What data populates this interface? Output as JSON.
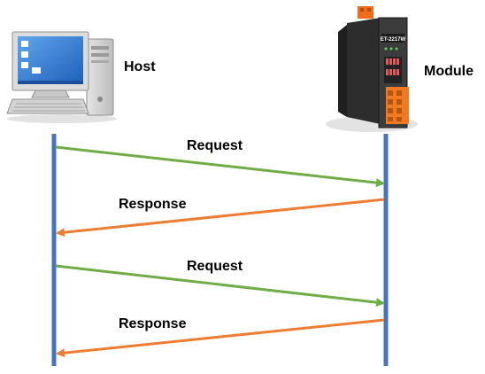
{
  "participants": {
    "host": {
      "label": "Host",
      "icon": "desktop-computer-icon"
    },
    "module": {
      "label": "Module",
      "icon": "din-rail-io-module-icon",
      "device_text": "ET-2217W"
    }
  },
  "messages": [
    {
      "label": "Request",
      "direction": "host-to-module"
    },
    {
      "label": "Response",
      "direction": "module-to-host"
    },
    {
      "label": "Request",
      "direction": "host-to-module"
    },
    {
      "label": "Response",
      "direction": "module-to-host"
    }
  ],
  "colors": {
    "lifeline": "#4472C4",
    "request": "#70AD47",
    "response": "#ED7D31",
    "text": "#000000"
  }
}
